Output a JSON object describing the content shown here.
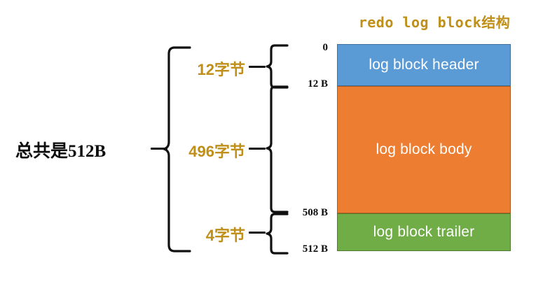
{
  "diagram": {
    "title": "redo log block结构",
    "total_label": "总共是512B",
    "blocks": [
      {
        "name": "header",
        "label": "log block header",
        "size_label": "12字节",
        "start_offset": "0",
        "end_offset": "12 B",
        "color": "#5B9BD5",
        "border_color": "#41719C",
        "bytes": 12
      },
      {
        "name": "body",
        "label": "log block body",
        "size_label": "496字节",
        "start_offset": "12 B",
        "end_offset": "508 B",
        "color": "#ED7D31",
        "border_color": "#AE5A21",
        "bytes": 496
      },
      {
        "name": "trailer",
        "label": "log block trailer",
        "size_label": "4字节",
        "start_offset": "508 B",
        "end_offset": "512 B",
        "color": "#70AD47",
        "border_color": "#507E32",
        "bytes": 4
      }
    ],
    "offsets": [
      "0",
      "12 B",
      "508 B",
      "512 B"
    ],
    "colors": {
      "title_gold": "#BF8F1A",
      "size_label_gold": "#BF8F1A",
      "text_black": "#0D0D0D",
      "block_text": "#FFFFFF",
      "brace_stroke": "#111111",
      "background": "#FFFFFF"
    },
    "total_bytes": "512B"
  }
}
